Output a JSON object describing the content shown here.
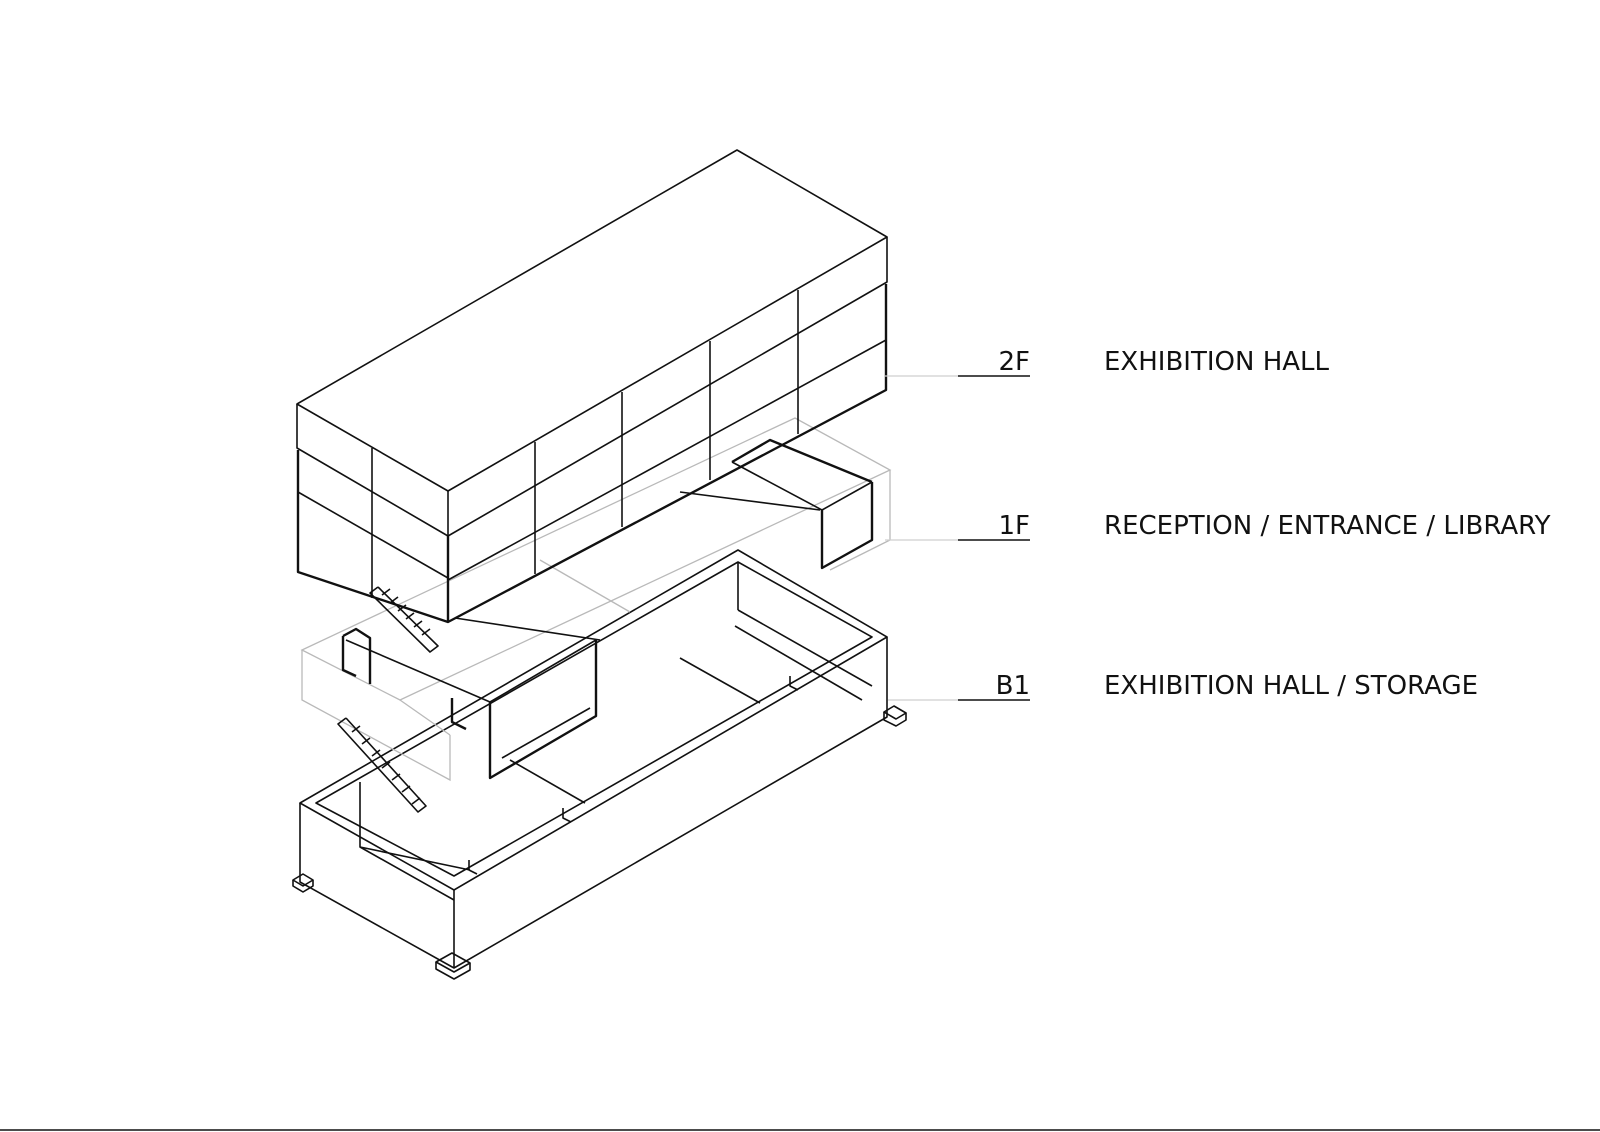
{
  "levels": [
    {
      "code": "2F",
      "description": "EXHIBITION HALL"
    },
    {
      "code": "1F",
      "description": "RECEPTION / ENTRANCE / LIBRARY"
    },
    {
      "code": "B1",
      "description": "EXHIBITION HALL / STORAGE"
    }
  ],
  "colors": {
    "ink": "#111111",
    "ghost": "#b9b9b9",
    "leader": "#cfcfcf",
    "background": "#ffffff"
  }
}
